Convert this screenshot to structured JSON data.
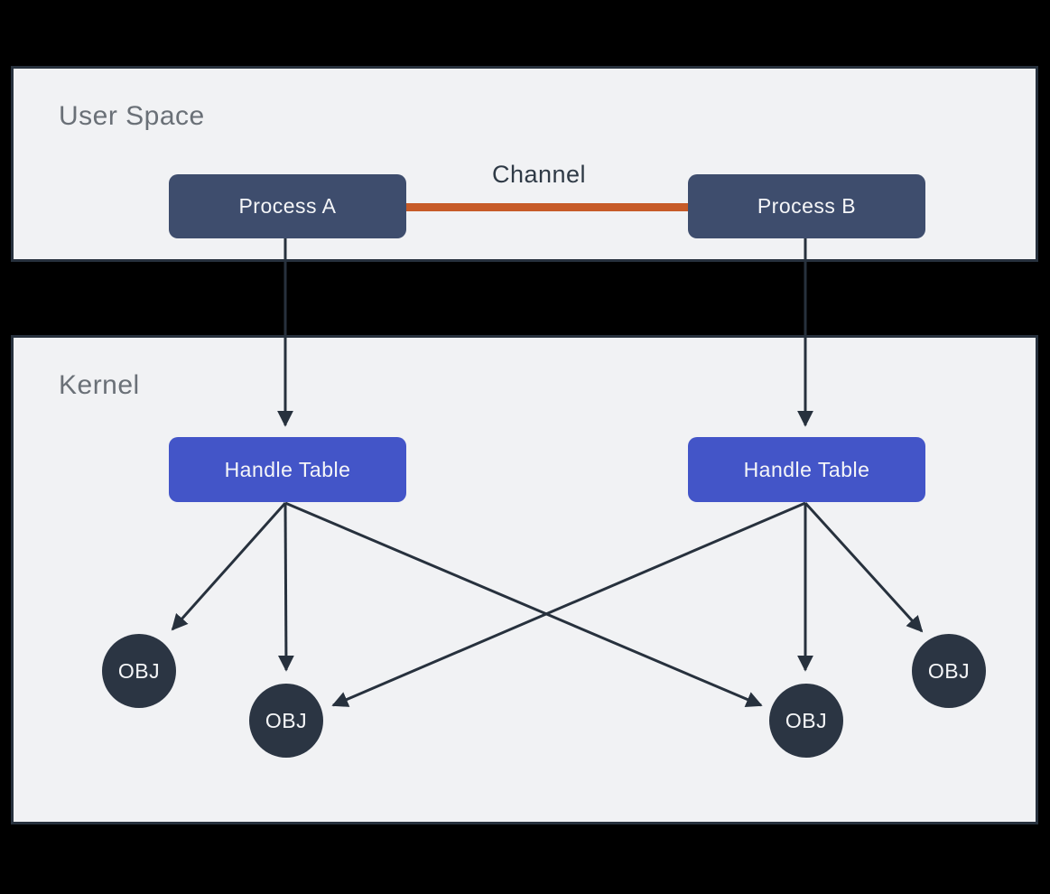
{
  "diagram": {
    "user_space": {
      "label": "User Space",
      "process_a_label": "Process A",
      "process_b_label": "Process B",
      "channel_label": "Channel"
    },
    "kernel": {
      "label": "Kernel",
      "handle_tables": [
        {
          "label": "Handle Table"
        },
        {
          "label": "Handle Table"
        }
      ],
      "objects": [
        {
          "label": "OBJ"
        },
        {
          "label": "OBJ"
        },
        {
          "label": "OBJ"
        },
        {
          "label": "OBJ"
        }
      ]
    },
    "colors": {
      "background": "#000000",
      "panel_bg": "#f1f2f4",
      "panel_border": "#27313d",
      "panel_label": "#6a7077",
      "process_box": "#3e4d6d",
      "handle_table_box": "#4355c8",
      "object_circle": "#2b3543",
      "arrow": "#27313d",
      "channel_line": "#c75b28",
      "channel_text": "#2f3a46",
      "box_text": "#f5f6f8"
    }
  }
}
